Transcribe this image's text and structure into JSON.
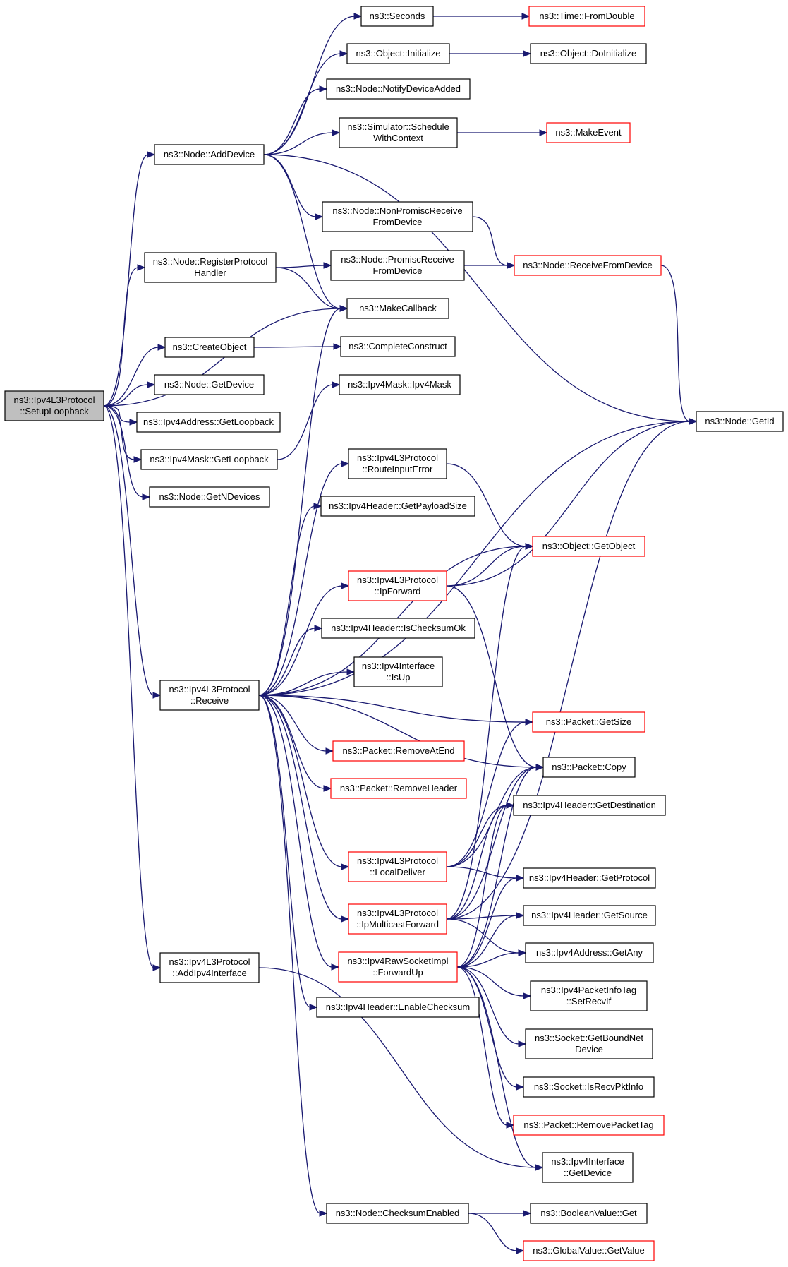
{
  "colors": {
    "edge": "#191970",
    "incomplete_border": "#ff0000",
    "root_fill": "#bfbfbf"
  },
  "nodes": [
    {
      "id": "setup",
      "lines": [
        "ns3::Ipv4L3Protocol",
        "::SetupLoopback"
      ],
      "style": "root"
    },
    {
      "id": "adddev",
      "lines": [
        "ns3::Node::AddDevice"
      ],
      "style": "normal"
    },
    {
      "id": "regproto",
      "lines": [
        "ns3::Node::RegisterProtocol",
        "Handler"
      ],
      "style": "normal"
    },
    {
      "id": "createobj",
      "lines": [
        "ns3::CreateObject"
      ],
      "style": "normal"
    },
    {
      "id": "getdevice",
      "lines": [
        "ns3::Node::GetDevice"
      ],
      "style": "normal"
    },
    {
      "id": "addrloop",
      "lines": [
        "ns3::Ipv4Address::GetLoopback"
      ],
      "style": "normal"
    },
    {
      "id": "maskloop",
      "lines": [
        "ns3::Ipv4Mask::GetLoopback"
      ],
      "style": "normal"
    },
    {
      "id": "getndev",
      "lines": [
        "ns3::Node::GetNDevices"
      ],
      "style": "normal"
    },
    {
      "id": "receive",
      "lines": [
        "ns3::Ipv4L3Protocol",
        "::Receive"
      ],
      "style": "normal"
    },
    {
      "id": "addif",
      "lines": [
        "ns3::Ipv4L3Protocol",
        "::AddIpv4Interface"
      ],
      "style": "normal"
    },
    {
      "id": "seconds",
      "lines": [
        "ns3::Seconds"
      ],
      "style": "normal"
    },
    {
      "id": "objinit",
      "lines": [
        "ns3::Object::Initialize"
      ],
      "style": "normal"
    },
    {
      "id": "notifydev",
      "lines": [
        "ns3::Node::NotifyDeviceAdded"
      ],
      "style": "normal"
    },
    {
      "id": "schedctx",
      "lines": [
        "ns3::Simulator::Schedule",
        "WithContext"
      ],
      "style": "normal"
    },
    {
      "id": "nonpromisc",
      "lines": [
        "ns3::Node::NonPromiscReceive",
        "FromDevice"
      ],
      "style": "normal"
    },
    {
      "id": "promisc",
      "lines": [
        "ns3::Node::PromiscReceive",
        "FromDevice"
      ],
      "style": "normal"
    },
    {
      "id": "makecb",
      "lines": [
        "ns3::MakeCallback"
      ],
      "style": "normal"
    },
    {
      "id": "complete",
      "lines": [
        "ns3::CompleteConstruct"
      ],
      "style": "normal"
    },
    {
      "id": "maskctor",
      "lines": [
        "ns3::Ipv4Mask::Ipv4Mask"
      ],
      "style": "normal"
    },
    {
      "id": "routeerr",
      "lines": [
        "ns3::Ipv4L3Protocol",
        "::RouteInputError"
      ],
      "style": "normal"
    },
    {
      "id": "payload",
      "lines": [
        "ns3::Ipv4Header::GetPayloadSize"
      ],
      "style": "normal"
    },
    {
      "id": "ipfwd",
      "lines": [
        "ns3::Ipv4L3Protocol",
        "::IpForward"
      ],
      "style": "red"
    },
    {
      "id": "checksumok",
      "lines": [
        "ns3::Ipv4Header::IsChecksumOk"
      ],
      "style": "normal"
    },
    {
      "id": "isup",
      "lines": [
        "ns3::Ipv4Interface",
        "::IsUp"
      ],
      "style": "normal"
    },
    {
      "id": "rmend",
      "lines": [
        "ns3::Packet::RemoveAtEnd"
      ],
      "style": "red"
    },
    {
      "id": "rmhdr",
      "lines": [
        "ns3::Packet::RemoveHeader"
      ],
      "style": "red"
    },
    {
      "id": "localdel",
      "lines": [
        "ns3::Ipv4L3Protocol",
        "::LocalDeliver"
      ],
      "style": "red"
    },
    {
      "id": "mcastfwd",
      "lines": [
        "ns3::Ipv4L3Protocol",
        "::IpMulticastForward"
      ],
      "style": "red"
    },
    {
      "id": "rawfwd",
      "lines": [
        "ns3::Ipv4RawSocketImpl",
        "::ForwardUp"
      ],
      "style": "red"
    },
    {
      "id": "enablecs",
      "lines": [
        "ns3::Ipv4Header::EnableChecksum"
      ],
      "style": "normal"
    },
    {
      "id": "csenabled",
      "lines": [
        "ns3::Node::ChecksumEnabled"
      ],
      "style": "normal"
    },
    {
      "id": "fromdouble",
      "lines": [
        "ns3::Time::FromDouble"
      ],
      "style": "red"
    },
    {
      "id": "doinit",
      "lines": [
        "ns3::Object::DoInitialize"
      ],
      "style": "normal"
    },
    {
      "id": "makeevent",
      "lines": [
        "ns3::MakeEvent"
      ],
      "style": "red"
    },
    {
      "id": "recvfromdev",
      "lines": [
        "ns3::Node::ReceiveFromDevice"
      ],
      "style": "red"
    },
    {
      "id": "getid",
      "lines": [
        "ns3::Node::GetId"
      ],
      "style": "normal"
    },
    {
      "id": "getobj",
      "lines": [
        "ns3::Object::GetObject"
      ],
      "style": "red"
    },
    {
      "id": "getsize",
      "lines": [
        "ns3::Packet::GetSize"
      ],
      "style": "red"
    },
    {
      "id": "copy",
      "lines": [
        "ns3::Packet::Copy"
      ],
      "style": "normal"
    },
    {
      "id": "getdest",
      "lines": [
        "ns3::Ipv4Header::GetDestination"
      ],
      "style": "normal"
    },
    {
      "id": "getproto",
      "lines": [
        "ns3::Ipv4Header::GetProtocol"
      ],
      "style": "normal"
    },
    {
      "id": "getsrc",
      "lines": [
        "ns3::Ipv4Header::GetSource"
      ],
      "style": "normal"
    },
    {
      "id": "getany",
      "lines": [
        "ns3::Ipv4Address::GetAny"
      ],
      "style": "normal"
    },
    {
      "id": "setrecvif",
      "lines": [
        "ns3::Ipv4PacketInfoTag",
        "::SetRecvIf"
      ],
      "style": "normal"
    },
    {
      "id": "boundnet",
      "lines": [
        "ns3::Socket::GetBoundNet",
        "Device"
      ],
      "style": "normal"
    },
    {
      "id": "isrecvpkt",
      "lines": [
        "ns3::Socket::IsRecvPktInfo"
      ],
      "style": "normal"
    },
    {
      "id": "rmtag",
      "lines": [
        "ns3::Packet::RemovePacketTag"
      ],
      "style": "red"
    },
    {
      "id": "ifgetdev",
      "lines": [
        "ns3::Ipv4Interface",
        "::GetDevice"
      ],
      "style": "normal"
    },
    {
      "id": "boolget",
      "lines": [
        "ns3::BooleanValue::Get"
      ],
      "style": "normal"
    },
    {
      "id": "globalget",
      "lines": [
        "ns3::GlobalValue::GetValue"
      ],
      "style": "red"
    }
  ],
  "edges": [
    [
      "setup",
      "adddev"
    ],
    [
      "setup",
      "regproto"
    ],
    [
      "setup",
      "makecb"
    ],
    [
      "setup",
      "createobj"
    ],
    [
      "setup",
      "getdevice"
    ],
    [
      "setup",
      "addrloop"
    ],
    [
      "setup",
      "maskloop"
    ],
    [
      "setup",
      "getndev"
    ],
    [
      "setup",
      "receive"
    ],
    [
      "setup",
      "addif"
    ],
    [
      "adddev",
      "seconds"
    ],
    [
      "adddev",
      "objinit"
    ],
    [
      "adddev",
      "notifydev"
    ],
    [
      "adddev",
      "schedctx"
    ],
    [
      "adddev",
      "nonpromisc"
    ],
    [
      "adddev",
      "makecb"
    ],
    [
      "adddev",
      "getid"
    ],
    [
      "regproto",
      "promisc"
    ],
    [
      "regproto",
      "makecb"
    ],
    [
      "createobj",
      "complete"
    ],
    [
      "maskloop",
      "maskctor"
    ],
    [
      "seconds",
      "fromdouble"
    ],
    [
      "objinit",
      "doinit"
    ],
    [
      "schedctx",
      "makeevent"
    ],
    [
      "nonpromisc",
      "recvfromdev"
    ],
    [
      "promisc",
      "recvfromdev"
    ],
    [
      "recvfromdev",
      "getid"
    ],
    [
      "receive",
      "makecb"
    ],
    [
      "receive",
      "getid"
    ],
    [
      "receive",
      "routeerr"
    ],
    [
      "receive",
      "payload"
    ],
    [
      "receive",
      "getobj"
    ],
    [
      "receive",
      "ipfwd"
    ],
    [
      "receive",
      "checksumok"
    ],
    [
      "receive",
      "isup"
    ],
    [
      "receive",
      "getsize"
    ],
    [
      "receive",
      "rmend"
    ],
    [
      "receive",
      "rmhdr"
    ],
    [
      "receive",
      "copy"
    ],
    [
      "receive",
      "localdel"
    ],
    [
      "receive",
      "mcastfwd"
    ],
    [
      "receive",
      "rawfwd"
    ],
    [
      "receive",
      "enablecs"
    ],
    [
      "receive",
      "csenabled"
    ],
    [
      "routeerr",
      "getobj"
    ],
    [
      "ipfwd",
      "getobj"
    ],
    [
      "ipfwd",
      "getid"
    ],
    [
      "ipfwd",
      "copy"
    ],
    [
      "localdel",
      "getsize"
    ],
    [
      "localdel",
      "getdest"
    ],
    [
      "localdel",
      "getproto"
    ],
    [
      "localdel",
      "copy"
    ],
    [
      "mcastfwd",
      "getobj"
    ],
    [
      "mcastfwd",
      "copy"
    ],
    [
      "mcastfwd",
      "getdest"
    ],
    [
      "mcastfwd",
      "getsrc"
    ],
    [
      "mcastfwd",
      "getany"
    ],
    [
      "mcastfwd",
      "getid"
    ],
    [
      "rawfwd",
      "copy"
    ],
    [
      "rawfwd",
      "getdest"
    ],
    [
      "rawfwd",
      "getproto"
    ],
    [
      "rawfwd",
      "getsrc"
    ],
    [
      "rawfwd",
      "getany"
    ],
    [
      "rawfwd",
      "setrecvif"
    ],
    [
      "rawfwd",
      "boundnet"
    ],
    [
      "rawfwd",
      "isrecvpkt"
    ],
    [
      "rawfwd",
      "rmtag"
    ],
    [
      "rawfwd",
      "ifgetdev"
    ],
    [
      "addif",
      "ifgetdev"
    ],
    [
      "csenabled",
      "boolget"
    ],
    [
      "csenabled",
      "globalget"
    ]
  ]
}
